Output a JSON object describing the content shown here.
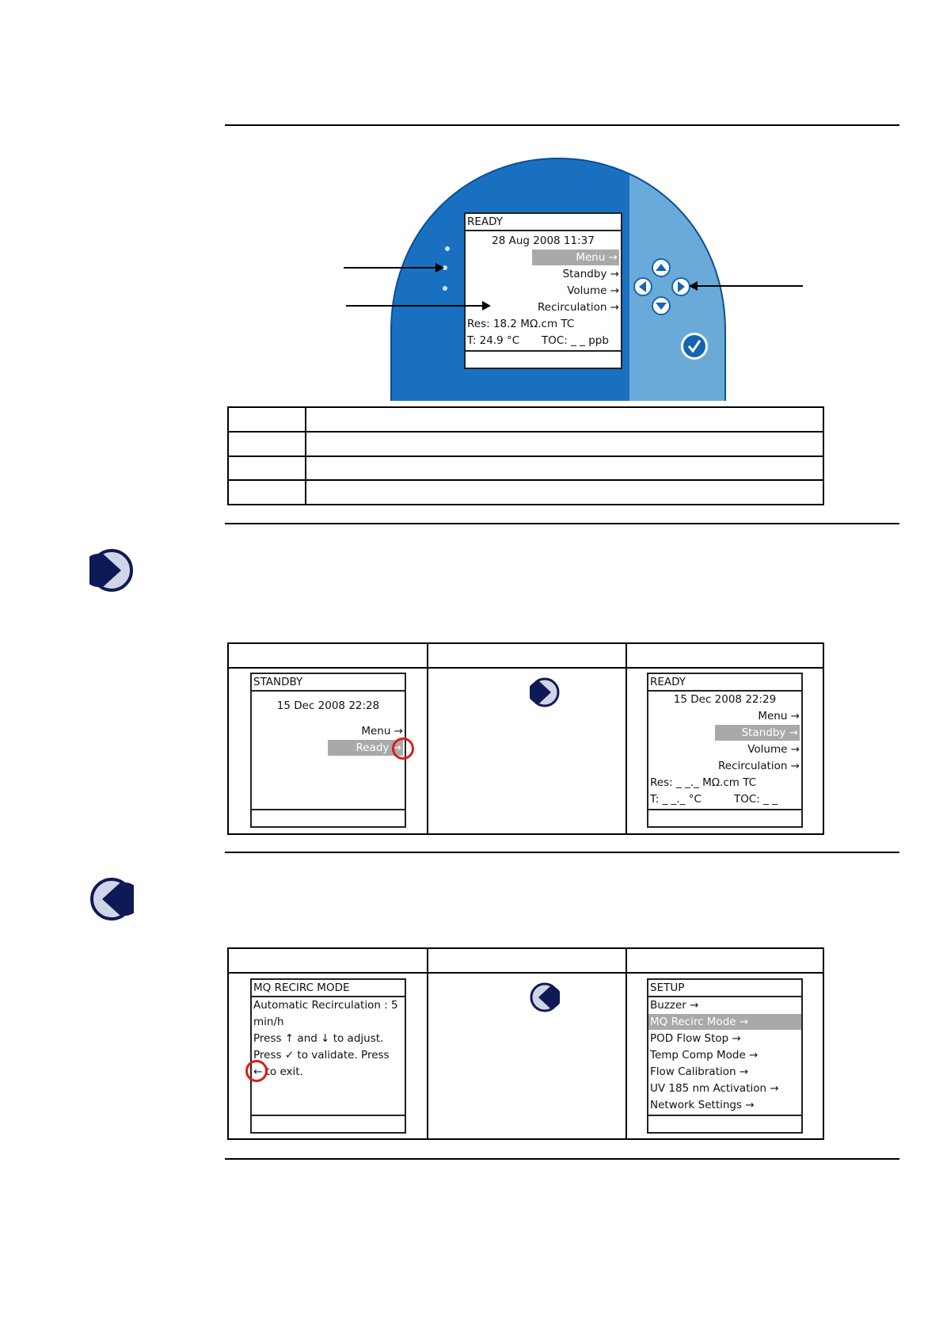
{
  "panel": {
    "screen": {
      "title": "READY",
      "datetime": "28 Aug 2008 11:37",
      "menu": "Menu →",
      "standby": "Standby →",
      "volume": "Volume →",
      "recirculation": "Recirculation →",
      "res": "Res: 18.2 MΩ.cm TC",
      "temp": "T: 24.9 °C",
      "toc": "TOC: _ _ ppb"
    },
    "colors": {
      "dark_blue": "#1a70c0",
      "light_blue": "#6aaad9",
      "button_blue": "#1565b0"
    }
  },
  "section_right": {
    "icon": "right-arrow-button-icon",
    "before": {
      "title": "STANDBY",
      "datetime": "15 Dec 2008 22:28",
      "menu": "Menu →",
      "ready": "Ready →"
    },
    "after": {
      "title": "READY",
      "datetime": "15 Dec 2008 22:29",
      "menu": "Menu →",
      "standby": "Standby →",
      "volume": "Volume →",
      "recirculation": "Recirculation →",
      "res": "Res: _ _._ MΩ.cm TC",
      "temp": "T: _ _._ °C",
      "toc": "TOC: _ _"
    }
  },
  "section_left": {
    "icon": "left-arrow-button-icon",
    "before": {
      "title": "MQ RECIRC MODE",
      "line1": "Automatic Recirculation : 5",
      "line2": "min/h",
      "line3": "Press ↑ and ↓ to adjust.",
      "line4": "Press ✓ to validate. Press",
      "line5": "← to exit."
    },
    "after": {
      "title": "SETUP",
      "items": [
        "Buzzer →",
        "MQ Recirc Mode →",
        "POD Flow Stop →",
        "Temp Comp Mode →",
        "Flow Calibration →",
        "UV 185 nm Activation →",
        "Network Settings →"
      ]
    }
  }
}
